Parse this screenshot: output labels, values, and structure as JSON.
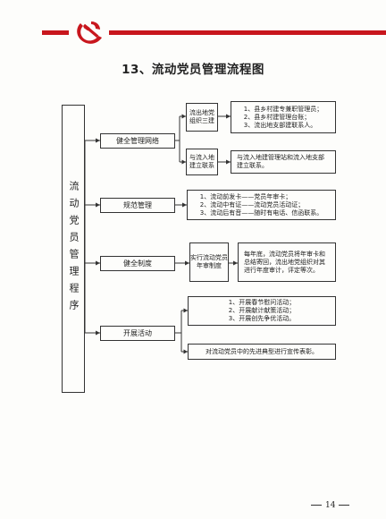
{
  "colors": {
    "accent": "#c8161d",
    "line": "#333333"
  },
  "header": {
    "emblem": "party-emblem-icon"
  },
  "title": "13、流动党员管理流程图",
  "root": {
    "label": "流动党员管理程序"
  },
  "branches": [
    {
      "label": "健全管理网络",
      "children": [
        {
          "label": "流出地党组织三建",
          "details": [
            "1、县乡村建专兼职管理员；",
            "2、县乡村建管理台账；",
            "3、流出地支部建联系人。"
          ]
        },
        {
          "label": "与流入地建立联系",
          "details": [
            "与流入地建管理站和流入地支部建立联系。"
          ]
        }
      ]
    },
    {
      "label": "规范管理",
      "details": [
        "1、流动前发卡——党员年审卡；",
        "2、流动中有证——流动党员活动证；",
        "3、流动后有音——随时有电话、信函联系。"
      ]
    },
    {
      "label": "健全制度",
      "children": [
        {
          "label": "实行流动党员年审制度",
          "details": [
            "每年底，流动党员将年审卡和总结寄回，流出地党组织对其进行年度审计，评定等次。"
          ]
        }
      ]
    },
    {
      "label": "开展活动",
      "detail_groups": [
        [
          "1、开展春节慰问活动；",
          "2、开展献计献策活动；",
          "3、开展创先争优活动。"
        ],
        [
          "对流动党员中的先进典型进行宣传表彰。"
        ]
      ]
    }
  ],
  "page_number": "14"
}
